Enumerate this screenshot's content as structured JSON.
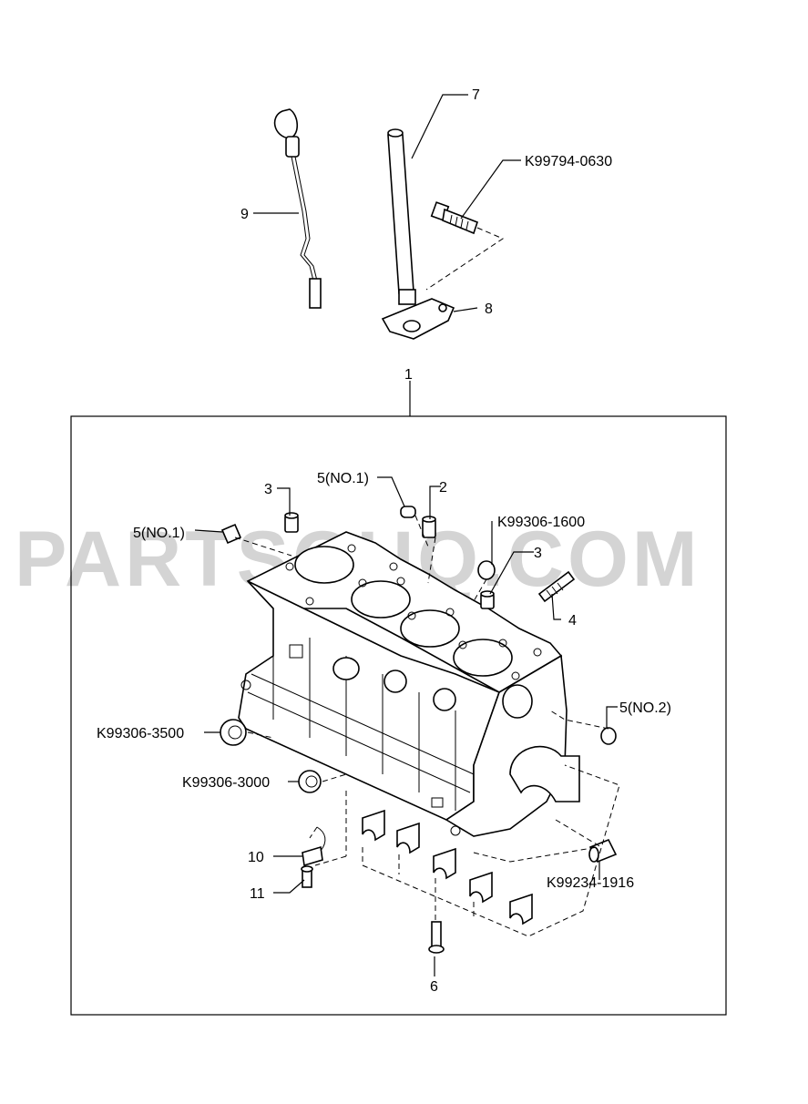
{
  "watermark": "PARTSOUQ.COM",
  "callouts": {
    "c1": "1",
    "c7": "7",
    "c9": "9",
    "c8": "8",
    "k_0630": "K99794-0630",
    "c3a": "3",
    "c5no1_top": "5(NO.1)",
    "c2": "2",
    "c5no1_left": "5(NO.1)",
    "k_1600": "K99306-1600",
    "c3b": "3",
    "c4": "4",
    "c5no2": "5(NO.2)",
    "k_3500": "K99306-3500",
    "k_3000": "K99306-3000",
    "c10": "10",
    "c11": "11",
    "k_1916": "K99234-1916",
    "c6": "6"
  }
}
